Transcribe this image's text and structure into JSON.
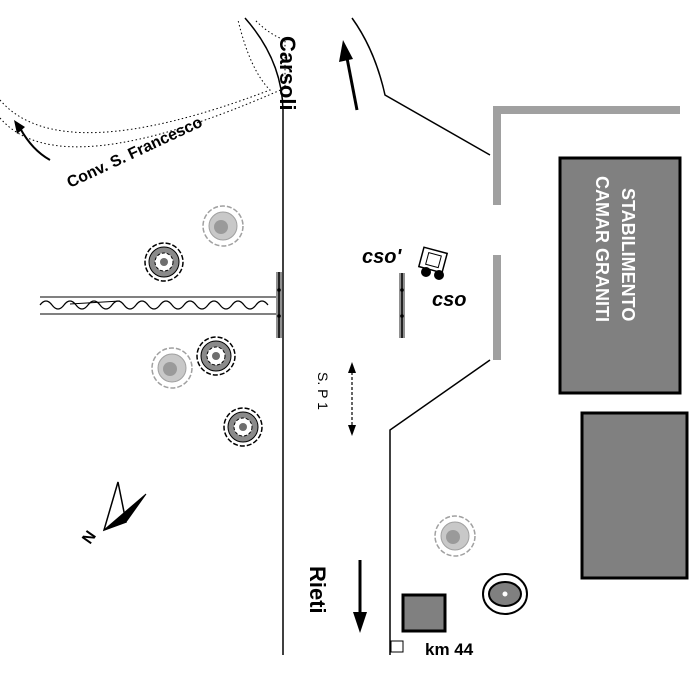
{
  "places": {
    "to_north": "Carsoli",
    "to_south": "Rieti",
    "convent": "Conv. S. Francesco",
    "road": "S. P 1",
    "factory_line1": "STABILIMENTO",
    "factory_line2": "CAMAR  GRANITI",
    "km_marker": "km  44"
  },
  "stations": {
    "cso_prime": "cso'",
    "cso": "cso"
  },
  "north_arrow": {
    "label": "N"
  },
  "colors": {
    "building_fill": "#808080",
    "wall_gray": "#a0a0a0",
    "tree_gray": "#9a9a9a"
  }
}
